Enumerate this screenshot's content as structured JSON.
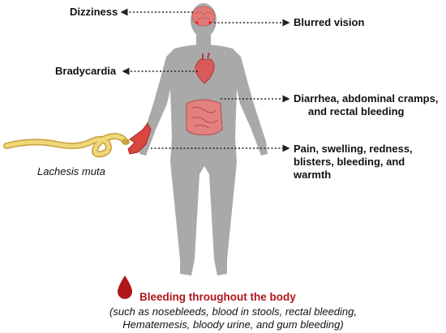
{
  "symptoms": {
    "dizziness": "Dizziness",
    "blurred_vision": "Blurred vision",
    "bradycardia": "Bradycardia",
    "gi_line1": "Diarrhea, abdominal cramps,",
    "gi_line2": "and rectal bleeding",
    "local_line1": "Pain, swelling, redness,",
    "local_line2": "blisters, bleeding, and",
    "local_line3": "warmth"
  },
  "snake": {
    "species": "Lachesis muta"
  },
  "bleeding": {
    "title": "Bleeding throughout the body",
    "detail_line1": "(such as nosebleeds, blood in stools, rectal bleeding,",
    "detail_line2": "Hematemesis, bloody urine, and gum bleeding)"
  },
  "colors": {
    "body": "#a9a9a9",
    "organ": "#e06a6a",
    "blood": "#b0161c",
    "snake": "#e8c860",
    "arrow": "#333333"
  },
  "icons": [
    "brain-icon",
    "heart-icon",
    "intestines-icon",
    "blood-drop-icon",
    "snake-icon",
    "bitten-hand-icon"
  ]
}
